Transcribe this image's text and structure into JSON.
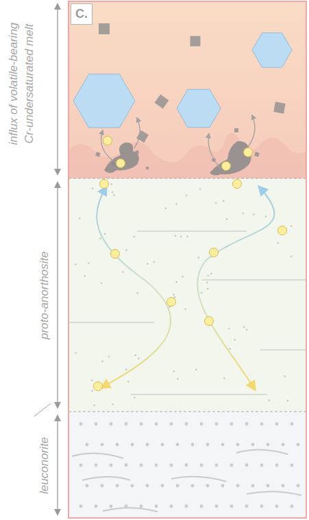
{
  "diagram": {
    "nodes": [
      {
        "text": [
          "influx of volatile-bearing Cr-undersaturated melt"
        ]
      },
      {
        "text": [
          "proto-anorthosite"
        ]
      },
      {
        "text": [
          "leuconorite"
        ]
      }
    ],
    "labels": [
      "C."
    ]
  }
}
